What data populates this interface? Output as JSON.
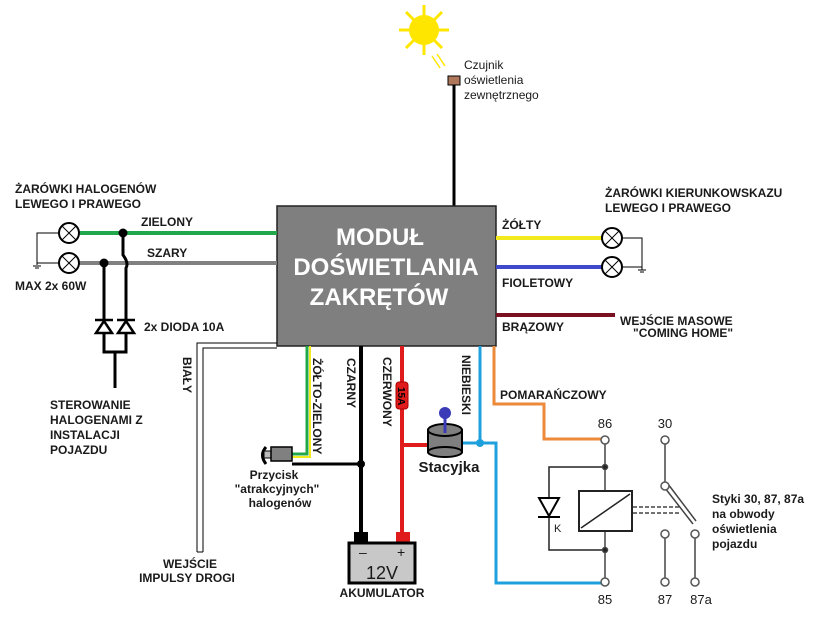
{
  "title": "Schemat podłączenia modułu doświetlania zakrętów",
  "module": {
    "title_lines": [
      "MODUŁ",
      "DOŚWIETLANIA",
      "ZAKRĘTÓW"
    ],
    "color": "#7f7f7f"
  },
  "sensor": {
    "label_lines": [
      "Czujnik",
      "oświetlenia",
      "zewnętrznego"
    ],
    "sun_color": "#ffe600",
    "sensor_color": "#b0785a"
  },
  "left": {
    "heading_lines": [
      "ŻARÓWKI HALOGENÓW",
      "LEWEGO I PRAWEGO"
    ],
    "max_label": "MAX 2x 60W",
    "wire_green": "ZIELONY",
    "wire_gray": "SZARY",
    "diode_label": "2x DIODA 10A",
    "control_lines": [
      "STEROWANIE",
      "HALOGENAMI Z",
      "INSTALACJI",
      "POJAZDU"
    ]
  },
  "right": {
    "heading_lines": [
      "ŻARÓWKI KIERUNKOWSKAZU",
      "LEWEGO I PRAWEGO"
    ],
    "wire_yellow": "ŻÓŁTY",
    "wire_violet": "FIOLETOWY",
    "wire_brown": "BRĄZOWY",
    "coming_home_lines": [
      "WEJŚCIE  MASOWE",
      "\"COMING HOME\""
    ],
    "wire_orange": "POMARAŃCZOWY"
  },
  "bottom": {
    "wire_white": "BIAŁY",
    "wire_yellow_green": "ŻÓŁTO-ZIELONY",
    "wire_black": "CZARNY",
    "wire_red": "CZERWONY",
    "wire_blue": "NIEBIESKI",
    "fuse": "15A",
    "ignition": "Stacyjka",
    "button_lines": [
      "Przycisk",
      "\"atrakcyjnych\"",
      "halogenów"
    ],
    "road_input_lines": [
      "WEJŚCIE",
      "IMPULSY DROGI"
    ],
    "battery_voltage": "12V",
    "battery_minus": "–",
    "battery_plus": "+",
    "battery_label": "AKUMULATOR"
  },
  "relay": {
    "pins": {
      "p86": "86",
      "p85": "85",
      "p30": "30",
      "p87": "87",
      "p87a": "87a"
    },
    "diode_k": "K",
    "contacts_lines": [
      "Styki 30, 87, 87a",
      "na obwody",
      "oświetlenia",
      "pojazdu"
    ]
  },
  "colors": {
    "green": "#22a84a",
    "gray": "#808080",
    "yellow": "#f2ea1c",
    "violet": "#3f49c9",
    "brown": "#7a1020",
    "orange": "#ec8a3a",
    "red": "#e01b1b",
    "blue": "#1ea0dc",
    "black": "#000000"
  }
}
